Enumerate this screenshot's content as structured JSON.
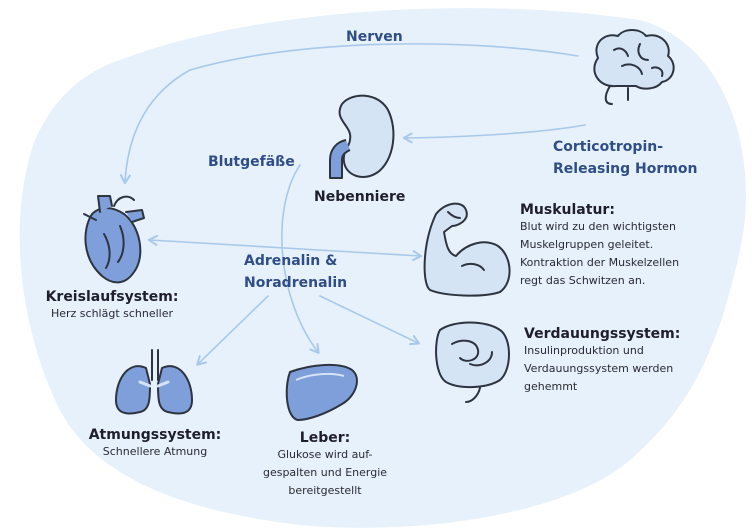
{
  "labels": {
    "nerven": "Nerven",
    "blutgefaesse": "Blutgefäße",
    "crh_line1": "Corticotropin-",
    "crh_line2": "Releasing Hormon",
    "adrenalin_line1": "Adrenalin &",
    "adrenalin_line2": "Noradrenalin"
  },
  "organs": {
    "nebenniere": {
      "title": "Nebenniere"
    },
    "kreislauf": {
      "title": "Kreislaufsystem:",
      "desc": [
        "Herz schlägt schneller"
      ]
    },
    "muskulatur": {
      "title": "Muskulatur:",
      "desc": [
        "Blut wird zu den wichtigsten",
        "Muskelgruppen geleitet.",
        "Kontraktion der Muskelzellen",
        "regt das Schwitzen an."
      ]
    },
    "atmung": {
      "title": "Atmungssystem:",
      "desc": [
        "Schnellere Atmung"
      ]
    },
    "leber": {
      "title": "Leber:",
      "desc": [
        "Glukose wird auf-",
        "gespalten und Energie",
        "bereitgestellt"
      ]
    },
    "verdauung": {
      "title": "Verdauungssystem:",
      "desc": [
        "Insulinproduktion und",
        "Verdauungssystem werden",
        "gehemmt"
      ]
    }
  },
  "colors": {
    "background_blob": "#e6f1fb",
    "arrow": "#a9c9ea",
    "icon_outline": "#2d3440",
    "icon_fill_light": "#d4e4f5",
    "icon_fill_accent": "#7f9fdb",
    "label_text": "#2f4d86"
  },
  "icons": [
    "brain-icon",
    "kidney-icon",
    "heart-icon",
    "muscle-arm-icon",
    "lungs-icon",
    "liver-icon",
    "intestine-icon"
  ]
}
